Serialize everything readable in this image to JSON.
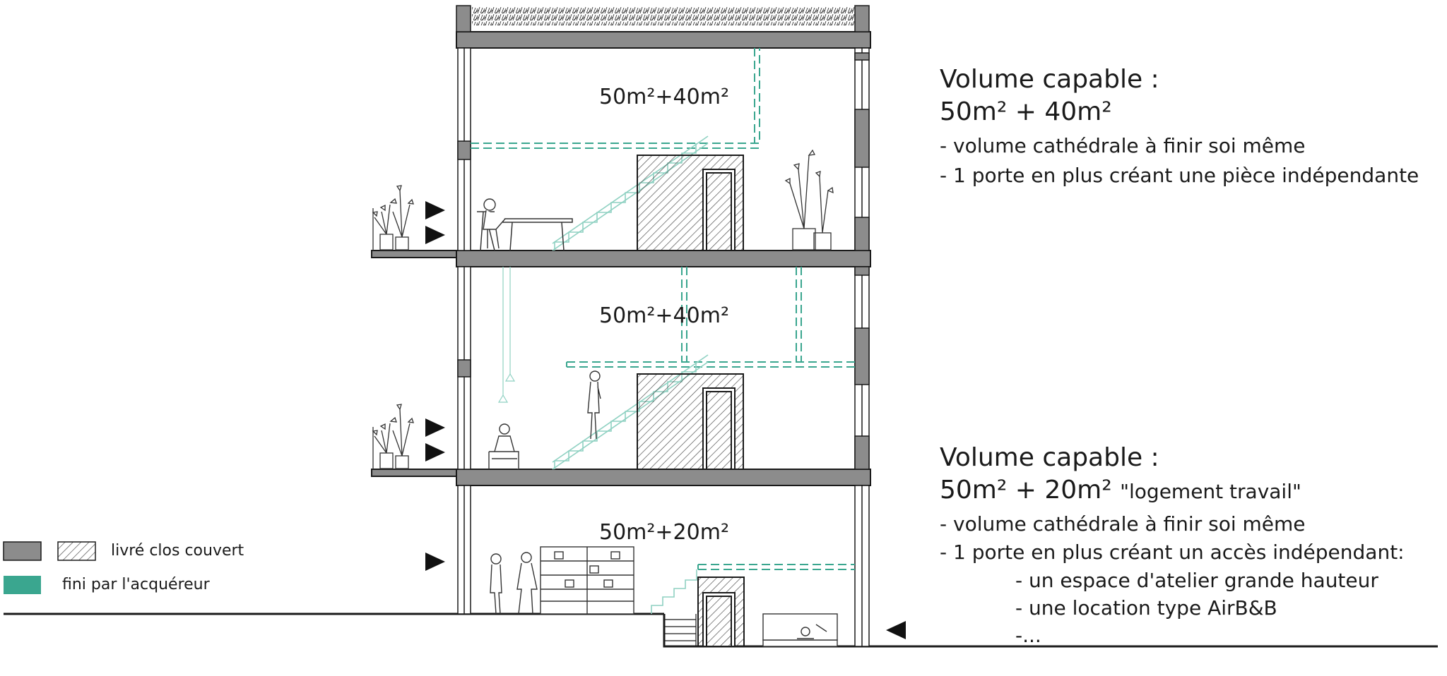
{
  "floors": [
    {
      "area_label": "50m²+40m²"
    },
    {
      "area_label": "50m²+40m²"
    },
    {
      "area_label": "50m²+20m²"
    }
  ],
  "notes": [
    {
      "title": "Volume capable :",
      "surface": "50m² + 40m²",
      "qualifier": "",
      "lines": [
        "- volume cathédrale à finir soi même",
        "- 1 porte en plus créant une pièce indépendante"
      ]
    },
    {
      "title": "Volume capable :",
      "surface": "50m² + 20m²",
      "qualifier": "\"logement travail\"",
      "lines": [
        "- volume cathédrale à finir soi même",
        "- 1 porte en plus créant un accès indépendant:",
        "- un espace d'atelier grande hauteur",
        "- une location type AirB&B",
        "-..."
      ]
    }
  ],
  "legend": [
    {
      "label": "livré clos couvert"
    },
    {
      "label": "fini par l'acquéreur"
    }
  ],
  "colors": {
    "concrete": "#8c8c8c",
    "line": "#1a1a1a",
    "finish": "#3aa68f",
    "hatch": "#555555"
  }
}
